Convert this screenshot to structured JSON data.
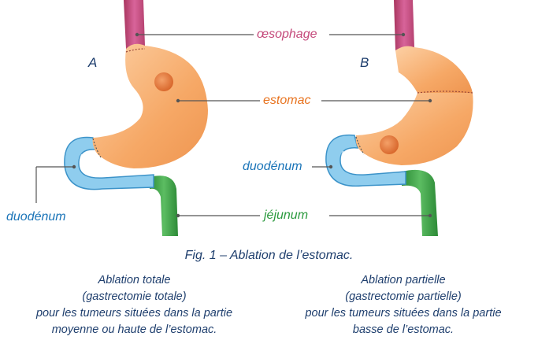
{
  "figure": {
    "panel_a_letter": "A",
    "panel_b_letter": "B",
    "labels": {
      "oesophage": "œsophage",
      "estomac": "estomac",
      "duodenum_b": "duodénum",
      "duodenum_a": "duodénum",
      "jejunum": "jéjunum"
    },
    "caption": "Fig. 1 – Ablation de l’estomac.",
    "desc_a": {
      "line1": "Ablation totale",
      "line2": "(gastrectomie totale)",
      "line3": "pour les tumeurs situées dans la partie",
      "line4": "moyenne ou haute de l’estomac."
    },
    "desc_b": {
      "line1": "Ablation partielle",
      "line2": "(gastrectomie partielle)",
      "line3": "pour les tumeurs situées dans la partie",
      "line4": "basse de l’estomac."
    }
  },
  "colors": {
    "stomach": "#f6a866",
    "stomach_light": "#fbc898",
    "tumor": "#e8823e",
    "esophagus": "#c9507e",
    "duodenum": "#7fc4e8",
    "jejunum": "#48a64e",
    "text_dark": "#1f3f6e",
    "label_orange": "#e8731f"
  }
}
